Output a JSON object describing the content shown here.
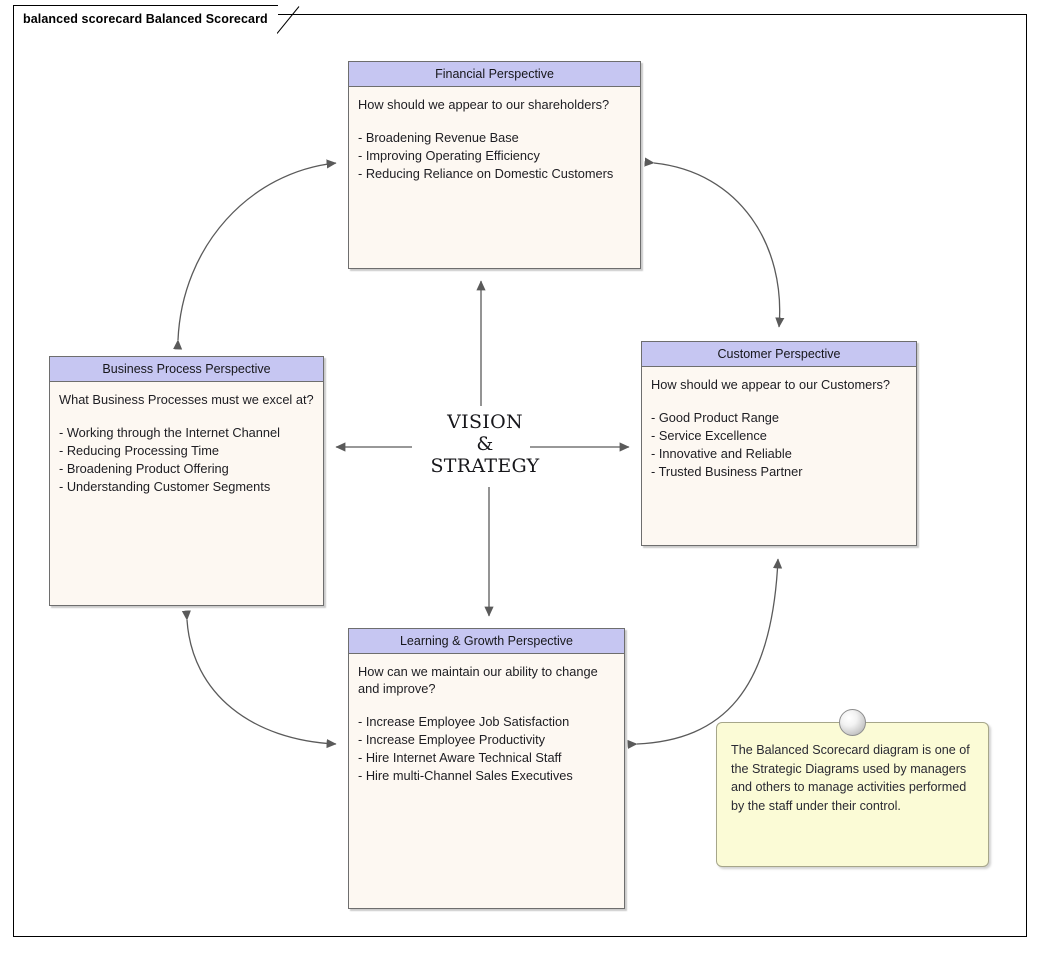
{
  "frame": {
    "tab_label": "balanced scorecard Balanced Scorecard"
  },
  "center": {
    "line1": "VISION",
    "line2": "&",
    "line3": "STRATEGY"
  },
  "perspectives": {
    "financial": {
      "title": "Financial Perspective",
      "question": "How should we appear to our shareholders?",
      "items": [
        "- Broadening Revenue Base",
        "- Improving Operating Efficiency",
        "- Reducing Reliance on Domestic Customers"
      ]
    },
    "business": {
      "title": "Business Process Perspective",
      "question": "What Business Processes must we excel at?",
      "items": [
        "- Working through the Internet Channel",
        "- Reducing Processing Time",
        "- Broadening Product Offering",
        "- Understanding Customer Segments"
      ]
    },
    "customer": {
      "title": "Customer Perspective",
      "question": "How should we appear to our Customers?",
      "items": [
        "- Good Product Range",
        "- Service Excellence",
        "- Innovative and Reliable",
        "- Trusted Business Partner"
      ]
    },
    "learning": {
      "title": "Learning & Growth Perspective",
      "question": "How can we maintain our ability to change and improve?",
      "items": [
        "- Increase Employee Job Satisfaction",
        "- Increase Employee Productivity",
        "- Hire Internet Aware Technical Staff",
        "- Hire multi-Channel Sales Executives"
      ]
    }
  },
  "note": {
    "text": "The Balanced Scorecard diagram is one of the Strategic Diagrams used by managers and others to manage activities performed by the staff under their control."
  },
  "colors": {
    "header_fill": "#c6c6f2",
    "body_fill": "#fdf8f2",
    "box_border": "#6e6e6e",
    "note_fill": "#fbfbd6",
    "note_border": "#a6a68a",
    "connector": "#5a5a5a"
  }
}
